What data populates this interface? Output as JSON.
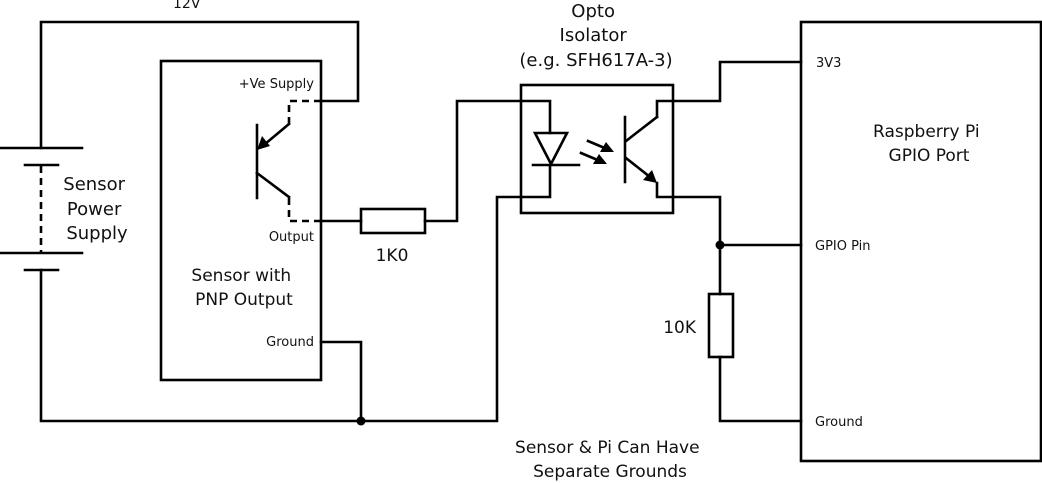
{
  "diagram": {
    "title": "Sensor to Raspberry Pi GPIO via Opto Isolator",
    "labels": {
      "supply_voltage": "12V",
      "power_supply": [
        "Sensor",
        "Power",
        "Supply"
      ],
      "sensor_block": [
        "Sensor with",
        "PNP Output"
      ],
      "sensor_pins": {
        "supply": "+Ve Supply",
        "output": "Output",
        "ground": "Ground"
      },
      "resistor_series": "1K0",
      "resistor_pulldown": "10K",
      "opto": [
        "Opto",
        "Isolator",
        "(e.g. SFH617A-3)"
      ],
      "pi_block": [
        "Raspberry Pi",
        "GPIO Port"
      ],
      "pi_pins": {
        "power": "3V3",
        "gpio": "GPIO Pin",
        "ground": "Ground"
      },
      "note": [
        "Sensor & Pi Can Have",
        "Separate Grounds"
      ]
    },
    "components": [
      {
        "id": "battery",
        "type": "battery"
      },
      {
        "id": "sensor",
        "type": "block",
        "contains": "pnp-transistor"
      },
      {
        "id": "r1",
        "type": "resistor",
        "value": "1K0"
      },
      {
        "id": "opto",
        "type": "optocoupler",
        "part": "SFH617A-3"
      },
      {
        "id": "r2",
        "type": "resistor",
        "value": "10K"
      },
      {
        "id": "pi",
        "type": "block"
      }
    ]
  }
}
